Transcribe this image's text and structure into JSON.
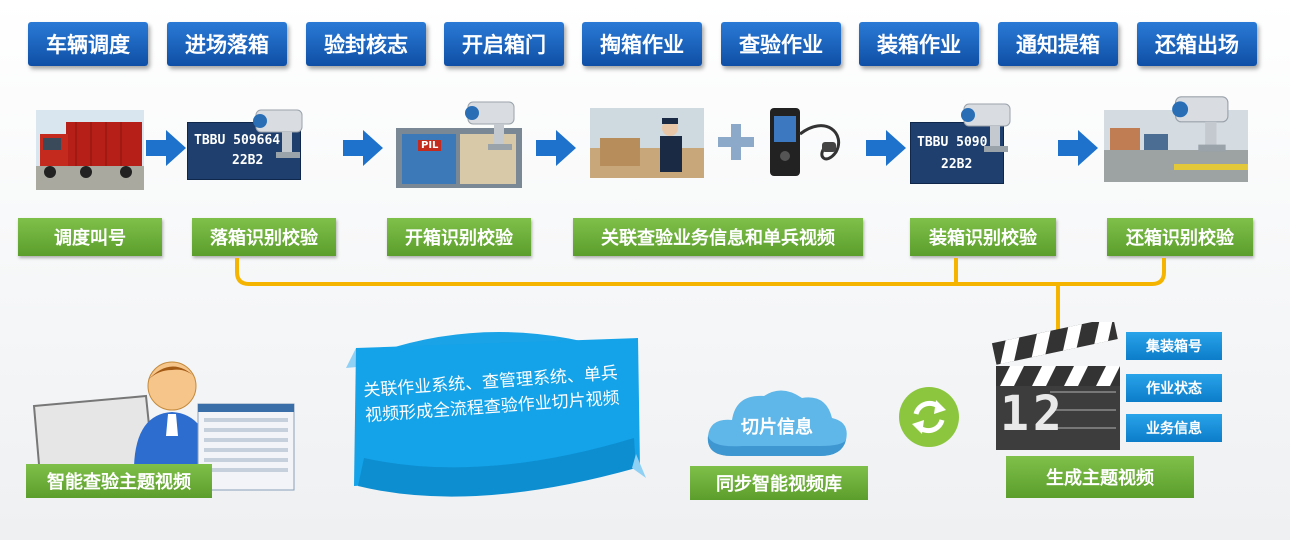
{
  "steps": [
    "车辆调度",
    "进场落箱",
    "验封核志",
    "开启箱门",
    "掏箱作业",
    "查验作业",
    "装箱作业",
    "通知提箱",
    "还箱出场"
  ],
  "checks": {
    "dispatch": "调度叫号",
    "drop": "落箱识别校验",
    "open": "开箱识别校验",
    "link": "关联查验业务信息和单兵视频",
    "load": "装箱识别校验",
    "return": "还箱识别校验"
  },
  "container": {
    "code": "TBBU 509664",
    "code_short": "TBBU 5090",
    "type": "22B2",
    "pil": "PIL"
  },
  "process_text": "关联作业系统、查管理系统、单兵视频形成全流程查验作业切片视频",
  "cloud_label": "切片信息",
  "sync_label": "同步智能视频库",
  "smart_label": "智能查验主题视频",
  "generate_label": "生成主题视频",
  "info_tags": [
    "集装箱号",
    "作业状态",
    "业务信息"
  ],
  "clapper_number": "12",
  "colors": {
    "step_blue": "#1560bd",
    "check_green": "#6aad36",
    "connector": "#f5b400",
    "arrow_blue": "#1e72cc"
  }
}
